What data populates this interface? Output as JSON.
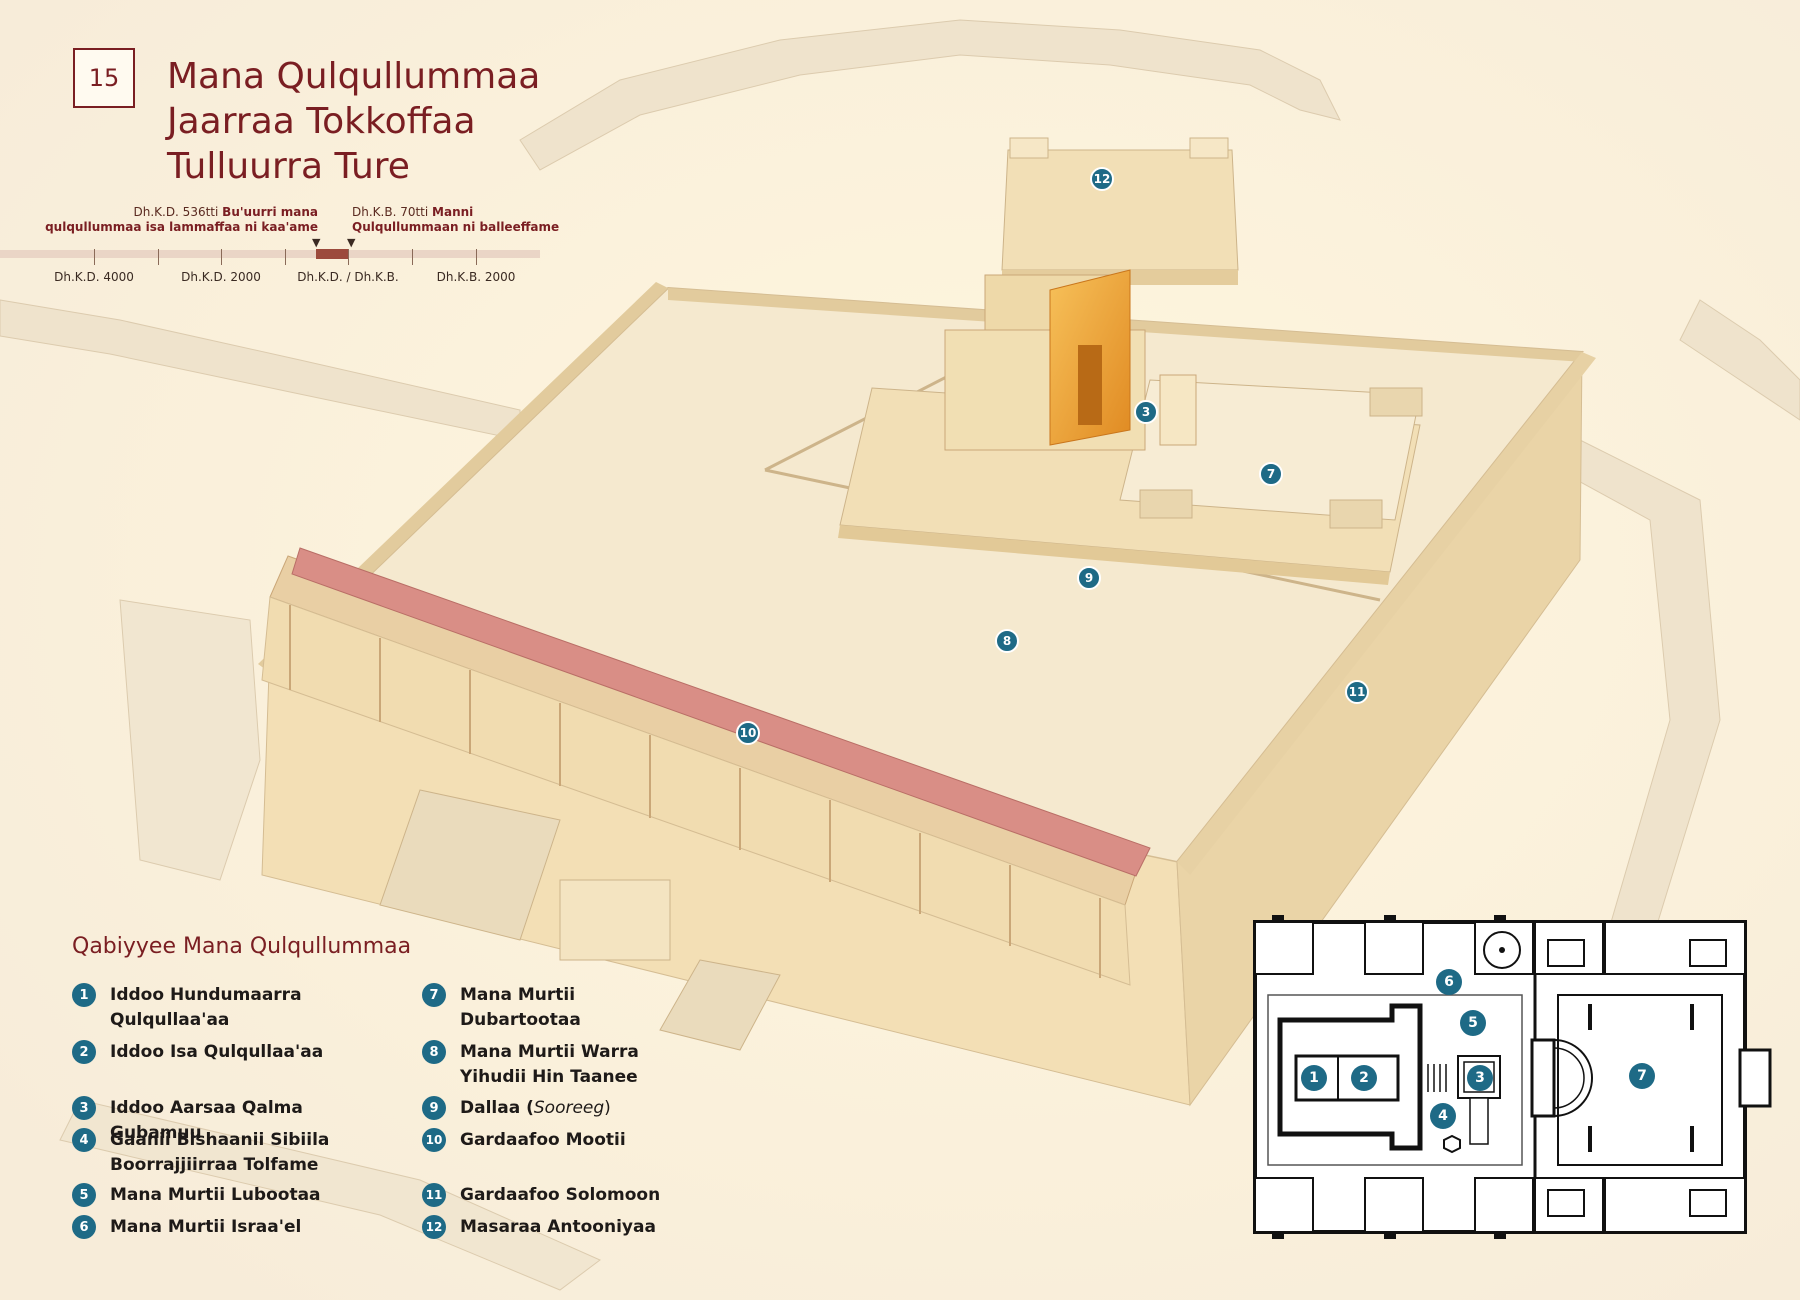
{
  "map_number": "15",
  "title_lines": [
    "Mana Qulqullummaa",
    "Jaarraa Tokkoffaa",
    "Tulluurra Ture"
  ],
  "timeline": {
    "event_left": {
      "date": "Dh.K.D. 536tti",
      "text_line1": "Bu'uurri mana",
      "text_line2": "qulqullummaa isa lammaffaa ni kaa'ame"
    },
    "event_right": {
      "date": "Dh.K.B. 70tti",
      "text_line1": "Manni",
      "text_line2": "Qulqullummaan ni balleeffame"
    },
    "ticks": [
      "Dh.K.D. 4000",
      "Dh.K.D. 2000",
      "Dh.K.D. / Dh.K.B.",
      "Dh.K.B. 2000"
    ],
    "marker": "▼"
  },
  "legend": {
    "title": "Qabiyyee Mana Qulqullummaa",
    "items": [
      {
        "num": "1",
        "lines": [
          "Iddoo Hundumaarra",
          "Qulqullaa'aa"
        ]
      },
      {
        "num": "2",
        "lines": [
          "Iddoo Isa Qulqullaa'aa"
        ]
      },
      {
        "num": "3",
        "lines": [
          "Iddoo Aarsaa Qalma Gubamuu"
        ]
      },
      {
        "num": "4",
        "lines": [
          "Gaanii Bishaanii Sibiila",
          "Boorrajjiirraa Tolfame"
        ]
      },
      {
        "num": "5",
        "lines": [
          "Mana Murtii Lubootaa"
        ]
      },
      {
        "num": "6",
        "lines": [
          "Mana Murtii Israa'el"
        ]
      },
      {
        "num": "7",
        "lines": [
          "Mana Murtii",
          "Dubartootaa"
        ]
      },
      {
        "num": "8",
        "lines": [
          "Mana Murtii Warra",
          "Yihudii Hin Taanee"
        ]
      },
      {
        "num": "9",
        "main": "Dallaa (",
        "italic": "Sooreeg",
        "tail": ")"
      },
      {
        "num": "10",
        "lines": [
          "Gardaafoo Mootii"
        ]
      },
      {
        "num": "11",
        "lines": [
          "Gardaafoo Solomoon"
        ]
      },
      {
        "num": "12",
        "lines": [
          "Masaraa Antooniyaa"
        ]
      }
    ]
  },
  "callouts": [
    "12",
    "3",
    "7",
    "9",
    "8",
    "11",
    "10"
  ],
  "plan_callouts": [
    "1",
    "2",
    "3",
    "4",
    "5",
    "6",
    "7"
  ],
  "colors": {
    "title": "#7a1e22",
    "badge": "#1e6a86",
    "sanctuary_gold": "#e9a23b",
    "portico_roof": "#d98e86"
  }
}
